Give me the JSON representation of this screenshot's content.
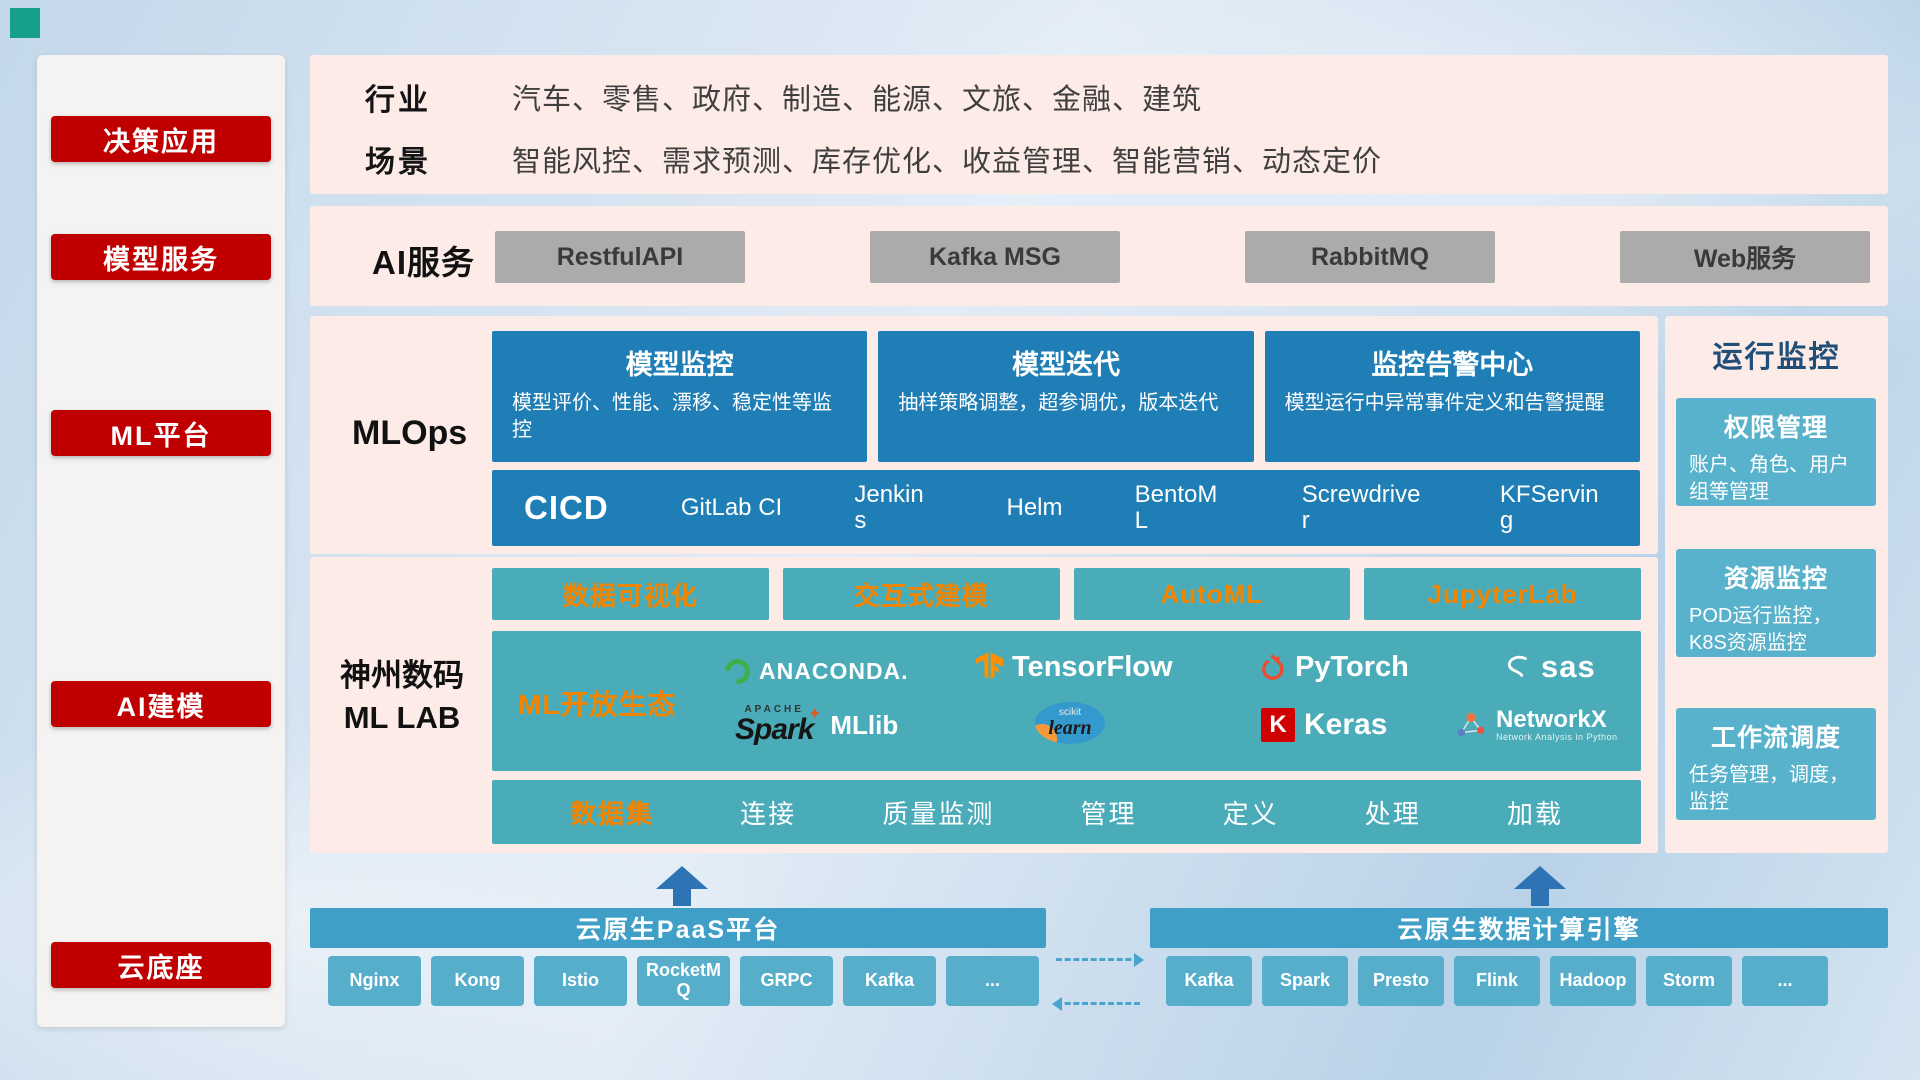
{
  "colors": {
    "red": "#c00000",
    "pink": "#fdebe7",
    "blue-card": "#1e7eb5",
    "teal": "#4aacb9",
    "orange": "#f28500",
    "bar-blue": "#3f9fc7",
    "chip-blue": "#57aecb",
    "monitor-card": "#58b2cb",
    "arrow-blue": "#2e74b5",
    "navy": "#1f4e79",
    "teal-accent": "#16a08c"
  },
  "sidebar": {
    "items": [
      "决策应用",
      "模型服务",
      "ML平台",
      "AI建模",
      "云底座"
    ]
  },
  "industry": {
    "row1_label": "行业",
    "row1_text": "汽车、零售、政府、制造、能源、文旅、金融、建筑",
    "row2_label": "场景",
    "row2_text": "智能风控、需求预测、库存优化、收益管理、智能营销、动态定价"
  },
  "ai_service": {
    "label": "AI服务",
    "services": [
      "RestfulAPI",
      "Kafka MSG",
      "RabbitMQ",
      "Web服务"
    ]
  },
  "mlops": {
    "label": "MLOps",
    "cards": [
      {
        "title": "模型监控",
        "desc": "模型评价、性能、漂移、稳定性等监控"
      },
      {
        "title": "模型迭代",
        "desc": "抽样策略调整，超参调优，版本迭代"
      },
      {
        "title": "监控告警中心",
        "desc": "模型运行中异常事件定义和告警提醒"
      }
    ],
    "cicd": {
      "label": "CICD",
      "tools": [
        "GitLab CI",
        "Jenkins",
        "Helm",
        "BentoML",
        "Screwdriver",
        "KFServing"
      ]
    }
  },
  "mllab": {
    "label_line1": "神州数码",
    "label_line2": "ML LAB",
    "top_buttons": [
      "数据可视化",
      "交互式建模",
      "AutoML",
      "JupyterLab"
    ],
    "ecosystem_label": "ML开放生态",
    "logos": {
      "anaconda": "ANACONDA.",
      "tensorflow": "TensorFlow",
      "pytorch": "PyTorch",
      "sas": "sas",
      "spark_apache": "APACHE",
      "spark": "Spark",
      "spark_star": "✦",
      "mllib": "MLlib",
      "scikit_top": "scikit",
      "scikit_script": "learn",
      "keras_k": "K",
      "keras": "Keras",
      "networkx": "NetworkX",
      "networkx_sub": "Network Analysis in Python"
    },
    "dataset": {
      "label": "数据集",
      "items": [
        "连接",
        "质量监测",
        "管理",
        "定义",
        "处理",
        "加载"
      ]
    }
  },
  "monitoring": {
    "title": "运行监控",
    "cards": [
      {
        "title": "权限管理",
        "desc": "账户、角色、用户组等管理"
      },
      {
        "title": "资源监控",
        "desc": "POD运行监控，K8S资源监控"
      },
      {
        "title": "工作流调度",
        "desc": "任务管理，调度，监控"
      }
    ]
  },
  "foundation": {
    "paas": {
      "title": "云原生PaaS平台",
      "items": [
        "Nginx",
        "Kong",
        "Istio",
        "RocketMQ",
        "GRPC",
        "Kafka",
        "..."
      ]
    },
    "engine": {
      "title": "云原生数据计算引擎",
      "items": [
        "Kafka",
        "Spark",
        "Presto",
        "Flink",
        "Hadoop",
        "Storm",
        "..."
      ]
    }
  }
}
